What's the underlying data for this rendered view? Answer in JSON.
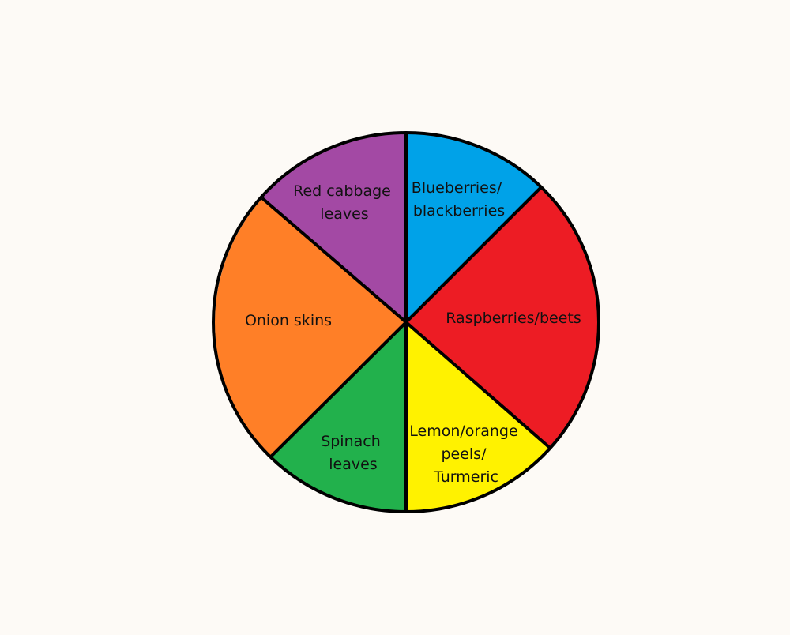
{
  "diagram": {
    "segments": [
      {
        "id": "blue",
        "lines": [
          "Blueberries/",
          "blackberries"
        ],
        "color": "#00a2e8"
      },
      {
        "id": "red",
        "lines": [
          "Raspberries/beets"
        ],
        "color": "#ed1c24"
      },
      {
        "id": "yellow",
        "lines": [
          "Lemon/orange",
          "peels/",
          "Turmeric"
        ],
        "color": "#fff200"
      },
      {
        "id": "green",
        "lines": [
          "Spinach",
          "leaves"
        ],
        "color": "#22b14c"
      },
      {
        "id": "orange",
        "lines": [
          "Onion skins"
        ],
        "color": "#ff7f27"
      },
      {
        "id": "purple",
        "lines": [
          "Red cabbage",
          "leaves"
        ],
        "color": "#a349a4"
      }
    ],
    "outline_color": "#000000"
  }
}
